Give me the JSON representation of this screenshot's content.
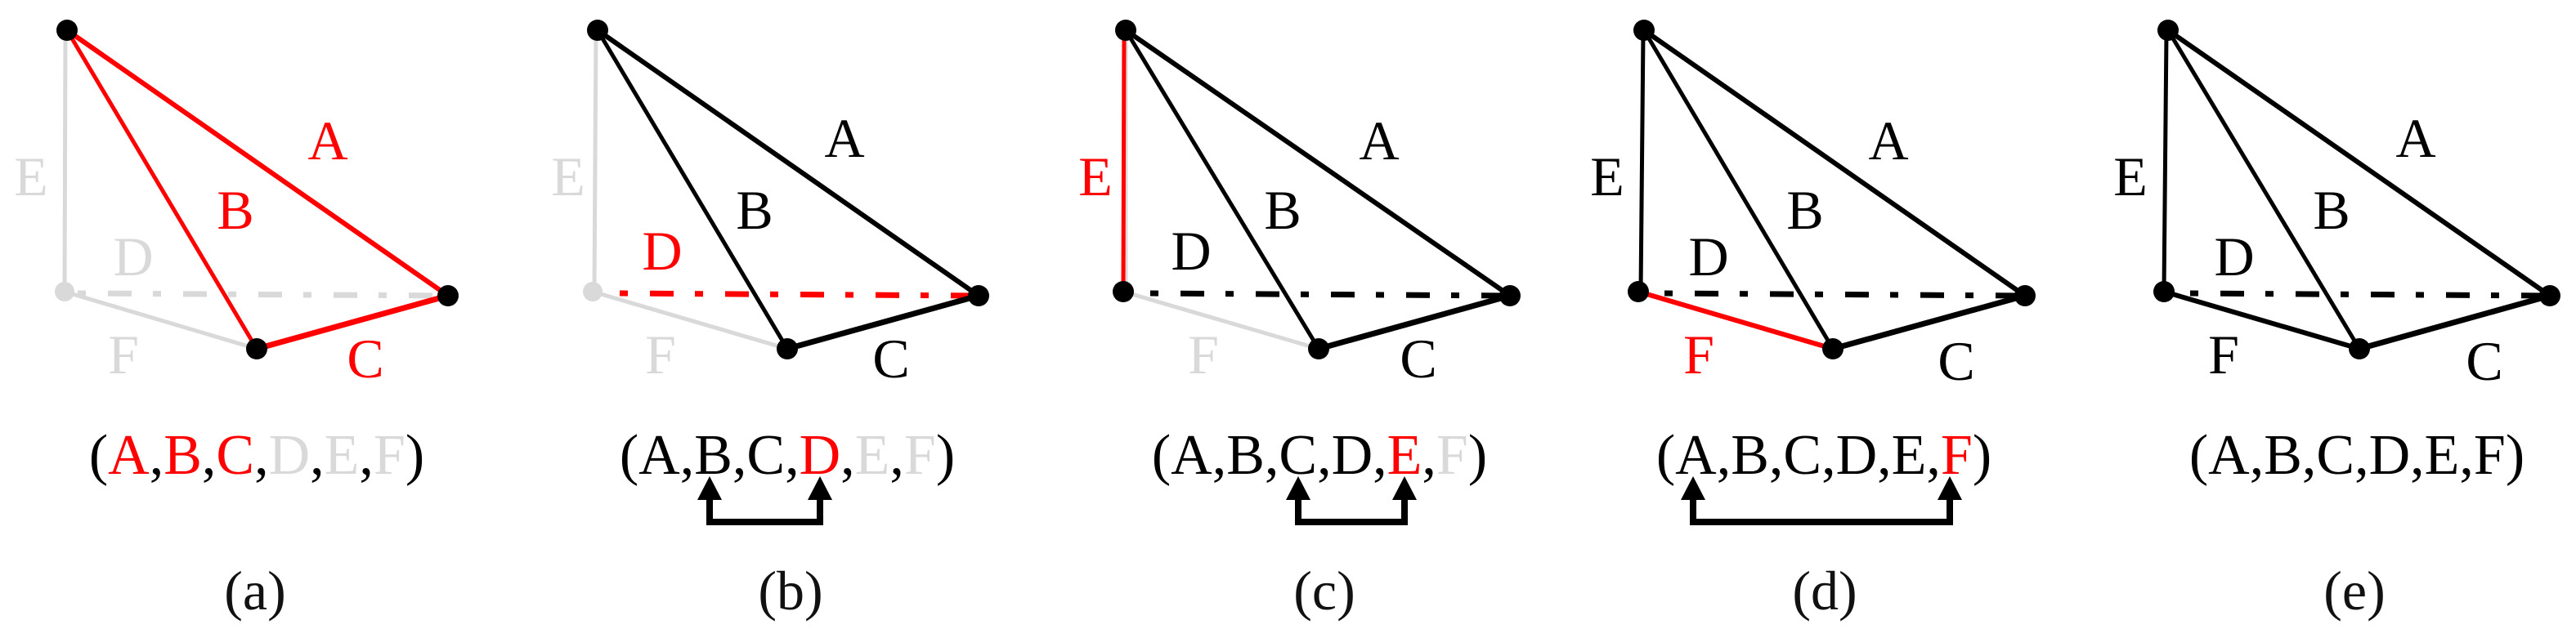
{
  "colors": {
    "active": "#ff0000",
    "done": "#000000",
    "pending": "#d9d9d9"
  },
  "panels": [
    {
      "caption": "(a)",
      "edges": {
        "A": "active",
        "B": "active",
        "C": "active",
        "D": "pending",
        "E": "pending",
        "F": "pending"
      },
      "tuple": [
        "A",
        "B",
        "C",
        "D",
        "E",
        "F"
      ],
      "tuple_states": [
        "active",
        "active",
        "active",
        "pending",
        "pending",
        "pending"
      ],
      "swap_arrow": null
    },
    {
      "caption": "(b)",
      "edges": {
        "A": "done",
        "B": "done",
        "C": "done",
        "D": "active",
        "E": "pending",
        "F": "pending"
      },
      "tuple": [
        "A",
        "B",
        "C",
        "D",
        "E",
        "F"
      ],
      "tuple_states": [
        "done",
        "done",
        "done",
        "active",
        "pending",
        "pending"
      ],
      "swap_arrow": {
        "from": "B",
        "to": "D"
      }
    },
    {
      "caption": "(c)",
      "edges": {
        "A": "done",
        "B": "done",
        "C": "done",
        "D": "done",
        "E": "active",
        "F": "pending"
      },
      "tuple": [
        "A",
        "B",
        "C",
        "D",
        "E",
        "F"
      ],
      "tuple_states": [
        "done",
        "done",
        "done",
        "done",
        "active",
        "pending"
      ],
      "swap_arrow": {
        "from": "C",
        "to": "E"
      }
    },
    {
      "caption": "(d)",
      "edges": {
        "A": "done",
        "B": "done",
        "C": "done",
        "D": "done",
        "E": "done",
        "F": "active"
      },
      "tuple": [
        "A",
        "B",
        "C",
        "D",
        "E",
        "F"
      ],
      "tuple_states": [
        "done",
        "done",
        "done",
        "done",
        "done",
        "active"
      ],
      "swap_arrow": {
        "from": "A",
        "to": "F"
      }
    },
    {
      "caption": "(e)",
      "edges": {
        "A": "done",
        "B": "done",
        "C": "done",
        "D": "done",
        "E": "done",
        "F": "done"
      },
      "tuple": [
        "A",
        "B",
        "C",
        "D",
        "E",
        "F"
      ],
      "tuple_states": [
        "done",
        "done",
        "done",
        "done",
        "done",
        "done"
      ],
      "swap_arrow": null
    }
  ],
  "edge_labels": {
    "A": "A",
    "B": "B",
    "C": "C",
    "D": "D",
    "E": "E",
    "F": "F"
  },
  "tuple_parts": {
    "open": "(",
    "close": ")",
    "sep": ","
  }
}
